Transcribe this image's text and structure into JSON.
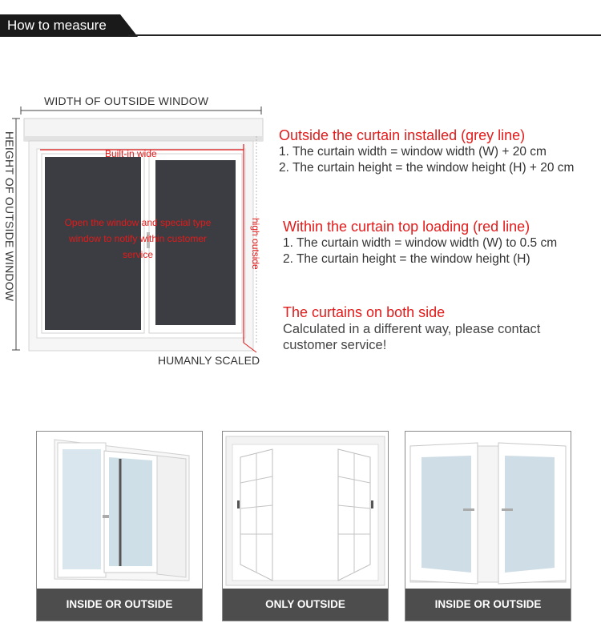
{
  "header": {
    "title": "How to measure"
  },
  "diagram": {
    "width_label": "WIDTH OF OUTSIDE WINDOW",
    "height_label": "HEIGHT OF OUTSIDE WINDOW",
    "scale_label": "HUMANLY SCALED",
    "built_in_label": "Built-in wide",
    "open_note": "Open the window and special type window to notify within customer service",
    "high_outside_label": "high outside"
  },
  "sections": {
    "outside": {
      "title": "Outside the curtain installed (grey line)",
      "line1": "1. The curtain width = window width (W) + 20 cm",
      "line2": "2. The curtain height = the window height (H) + 20 cm"
    },
    "within": {
      "title": "Within the curtain top loading (red line)",
      "line1": "1. The curtain width = window width (W) to 0.5 cm",
      "line2": "2. The curtain height = the window height (H)"
    },
    "both": {
      "title": "The curtains on both side",
      "line1": "Calculated in a different way, please contact",
      "line2": "customer service!"
    }
  },
  "cards": [
    {
      "caption": "INSIDE OR OUTSIDE",
      "icon": "sliding-window-icon"
    },
    {
      "caption": "ONLY OUTSIDE",
      "icon": "open-casement-window-icon"
    },
    {
      "caption": "INSIDE OR OUTSIDE",
      "icon": "inward-casement-window-icon"
    }
  ],
  "colors": {
    "accent_red": "#e21b1b",
    "header_bg": "#1a1a1a",
    "caption_bg": "#4d4d4d"
  }
}
